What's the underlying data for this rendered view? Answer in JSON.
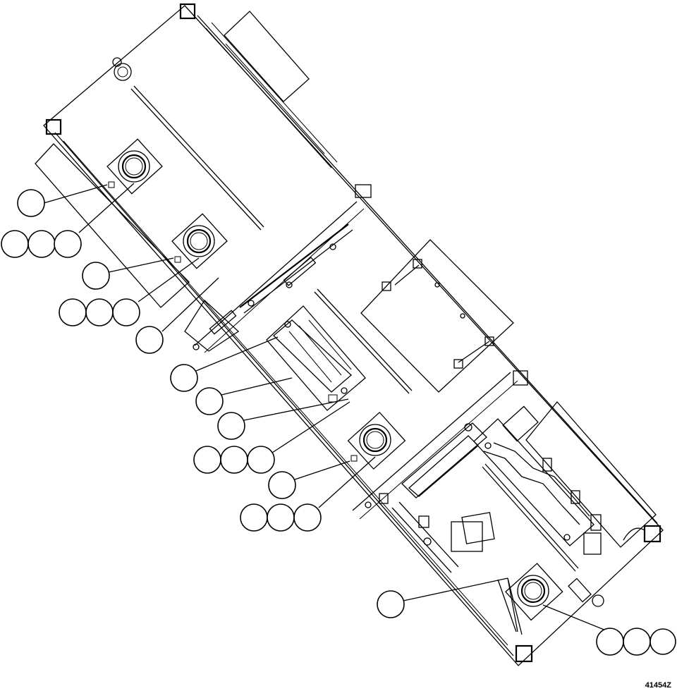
{
  "figure": {
    "number": "41454Z"
  },
  "callouts": [
    {
      "id": "c1",
      "label": ""
    },
    {
      "id": "c2",
      "label": ""
    },
    {
      "id": "c3",
      "label": ""
    },
    {
      "id": "c4",
      "label": ""
    },
    {
      "id": "c5",
      "label": ""
    },
    {
      "id": "c6",
      "label": ""
    },
    {
      "id": "c7",
      "label": ""
    },
    {
      "id": "c8",
      "label": ""
    },
    {
      "id": "c9",
      "label": ""
    },
    {
      "id": "c10",
      "label": ""
    },
    {
      "id": "c11",
      "label": ""
    },
    {
      "id": "c12",
      "label": ""
    },
    {
      "id": "c13",
      "label": ""
    },
    {
      "id": "c14",
      "label": ""
    },
    {
      "id": "c15",
      "label": ""
    },
    {
      "id": "c16",
      "label": ""
    },
    {
      "id": "c17",
      "label": ""
    },
    {
      "id": "c18",
      "label": ""
    },
    {
      "id": "c19",
      "label": ""
    },
    {
      "id": "c20",
      "label": ""
    },
    {
      "id": "c21",
      "label": ""
    },
    {
      "id": "c22",
      "label": ""
    },
    {
      "id": "c23",
      "label": ""
    },
    {
      "id": "c24",
      "label": ""
    }
  ]
}
